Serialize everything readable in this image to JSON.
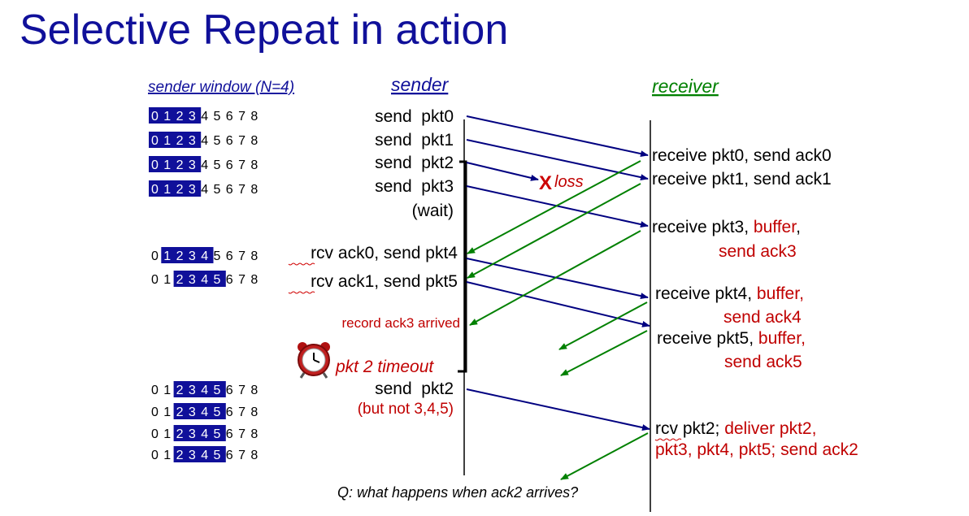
{
  "title": "Selective Repeat in action",
  "headers": {
    "window": "sender window (N=4)",
    "sender": "sender",
    "receiver": "receiver"
  },
  "colors": {
    "title": "#10109a",
    "window_box": "#10109a",
    "data_arrow": "#000080",
    "ack_arrow": "#008000",
    "red_text": "#c00000",
    "receiver_header": "#008000"
  },
  "windows": [
    {
      "seq": [
        "0",
        "1",
        "2",
        "3",
        "4",
        "5",
        "6",
        "7",
        "8"
      ],
      "start": 0,
      "size": 4
    },
    {
      "seq": [
        "0",
        "1",
        "2",
        "3",
        "4",
        "5",
        "6",
        "7",
        "8"
      ],
      "start": 0,
      "size": 4
    },
    {
      "seq": [
        "0",
        "1",
        "2",
        "3",
        "4",
        "5",
        "6",
        "7",
        "8"
      ],
      "start": 0,
      "size": 4
    },
    {
      "seq": [
        "0",
        "1",
        "2",
        "3",
        "4",
        "5",
        "6",
        "7",
        "8"
      ],
      "start": 0,
      "size": 4
    },
    {
      "seq": [
        "0",
        "1",
        "2",
        "3",
        "4",
        "5",
        "6",
        "7",
        "8"
      ],
      "start": 1,
      "size": 4
    },
    {
      "seq": [
        "0",
        "1",
        "2",
        "3",
        "4",
        "5",
        "6",
        "7",
        "8"
      ],
      "start": 2,
      "size": 4
    },
    {
      "seq": [
        "0",
        "1",
        "2",
        "3",
        "4",
        "5",
        "6",
        "7",
        "8"
      ],
      "start": 2,
      "size": 4
    },
    {
      "seq": [
        "0",
        "1",
        "2",
        "3",
        "4",
        "5",
        "6",
        "7",
        "8"
      ],
      "start": 2,
      "size": 4
    },
    {
      "seq": [
        "0",
        "1",
        "2",
        "3",
        "4",
        "5",
        "6",
        "7",
        "8"
      ],
      "start": 2,
      "size": 4
    },
    {
      "seq": [
        "0",
        "1",
        "2",
        "3",
        "4",
        "5",
        "6",
        "7",
        "8"
      ],
      "start": 2,
      "size": 4
    }
  ],
  "sender_events": {
    "send_pkt0": "send  pkt0",
    "send_pkt1": "send  pkt1",
    "send_pkt2": "send  pkt2",
    "send_pkt3": "send  pkt3",
    "wait": "(wait)",
    "rcv_ack0_prefix": "rcv",
    "rcv_ack0_rest": " ack0, send pkt4",
    "rcv_ack1_prefix": "rcv",
    "rcv_ack1_rest": " ack1, send pkt5",
    "record_ack3": "record ack3 arrived",
    "timeout": "pkt 2 timeout",
    "resend_pkt2": "send  pkt2",
    "not_345": "(but not 3,4,5)"
  },
  "loss_marker": "X",
  "loss_label": "loss",
  "receiver_events": {
    "r0": "receive pkt0, send ack0",
    "r1": "receive pkt1, send ack1",
    "r3_black": "receive pkt3, ",
    "r3_red": "buffer",
    "r3_comma": ",",
    "r3_line2": "send ack3",
    "r4_black": "receive pkt4, ",
    "r4_red": "buffer,",
    "r4_line2": "send ack4",
    "r5_black": "receive pkt5, ",
    "r5_red": "buffer,",
    "r5_line2": "send ack5",
    "r2_prefix": "rcv",
    "r2_black": " pkt2; ",
    "r2_red": "deliver pkt2,",
    "r2_line2": "pkt3, pkt4, pkt5; send ack2"
  },
  "question": "Q: what happens when ack2 arrives?"
}
